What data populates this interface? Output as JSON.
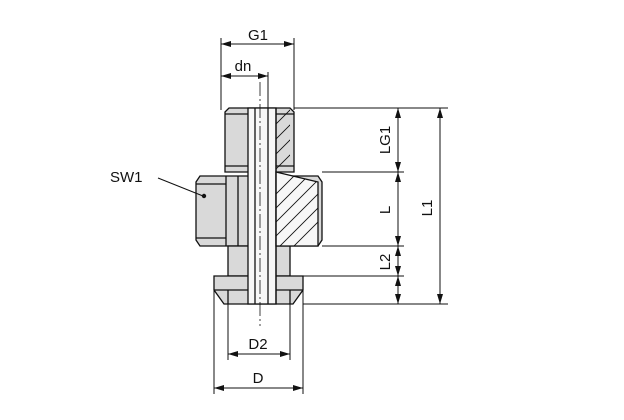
{
  "labels": {
    "g1": "G1",
    "dn": "dn",
    "sw1": "SW1",
    "lg1": "LG1",
    "l": "L",
    "l1": "L1",
    "l2": "L2",
    "d2": "D2",
    "d": "D"
  },
  "colors": {
    "body_fill": "#d9d9d9",
    "line": "#111111",
    "background": "#ffffff"
  }
}
